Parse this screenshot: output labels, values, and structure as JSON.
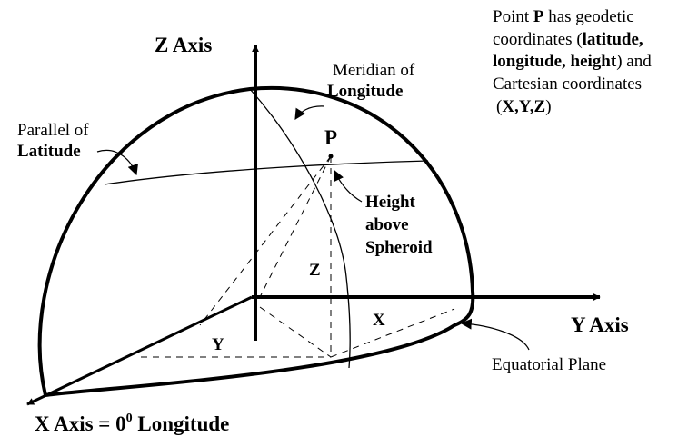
{
  "axes": {
    "z": "Z Axis",
    "y": "Y Axis",
    "x_main": "X Axis = 0",
    "x_sup": "0",
    "x_tail": " Longitude"
  },
  "labels": {
    "meridian_line1": "Meridian of",
    "meridian_line2": "Longitude",
    "parallel_line1": "Parallel of",
    "parallel_line2": "Latitude",
    "point": "P",
    "height_line1": "Height",
    "height_line2": "above",
    "height_line3": "Spheroid",
    "z": "Z",
    "x": "X",
    "y": "Y",
    "equatorial": "Equatorial Plane"
  },
  "note": {
    "line1": "Point ",
    "line1_bold": "P",
    "line1_end": " has geodetic",
    "line2": "coordinates (",
    "line2_bold": "latitude,",
    "line3_bold": "longitude, height",
    "line3_end": ") and",
    "line4": "Cartesian coordinates",
    "line5_open": "(",
    "line5_bold": "X,Y,Z",
    "line5_close": ")"
  }
}
